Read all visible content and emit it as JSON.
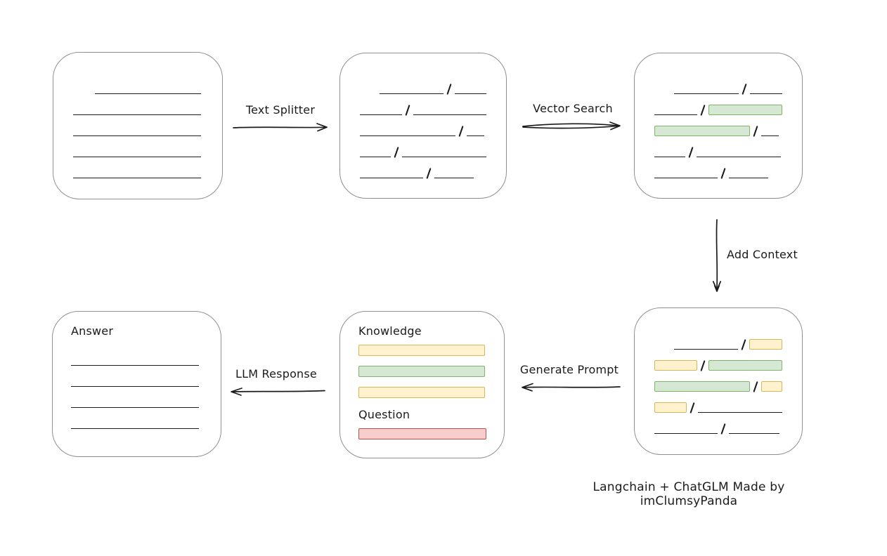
{
  "diagram": {
    "caption": "Langchain + ChatGLM Made by imClumsyPanda",
    "colors": {
      "ink": "#1b1b1b",
      "box_border": "#8f8f8f",
      "background": "#ffffff",
      "yellow_fill": "#fff2cc",
      "yellow_border": "#d6b656",
      "green_fill": "#d5e8d4",
      "green_border": "#82b366",
      "red_fill": "#f8cecc",
      "red_border": "#b85450"
    },
    "arrows": {
      "text_splitter": {
        "label": "Text Splitter",
        "direction": "right"
      },
      "vector_search": {
        "label": "Vector Search",
        "direction": "right"
      },
      "add_context": {
        "label": "Add Context",
        "direction": "down"
      },
      "generate_prompt": {
        "label": "Generate Prompt",
        "direction": "left"
      },
      "llm_response": {
        "label": "LLM Response",
        "direction": "left"
      }
    },
    "boxes": {
      "document": {
        "items": [
          {
            "type": "row",
            "segments": [
              {
                "t": "gap",
                "w": 31
              },
              {
                "t": "line",
                "w": 151
              }
            ]
          },
          {
            "type": "row",
            "segments": [
              {
                "t": "line",
                "w": 182
              }
            ]
          },
          {
            "type": "row",
            "segments": [
              {
                "t": "line",
                "w": 182
              }
            ]
          },
          {
            "type": "row",
            "segments": [
              {
                "t": "line",
                "w": 182
              }
            ]
          },
          {
            "type": "row",
            "segments": [
              {
                "t": "line",
                "w": 182
              }
            ]
          }
        ]
      },
      "chunks": {
        "items": [
          {
            "type": "row",
            "segments": [
              {
                "t": "gap",
                "w": 28
              },
              {
                "t": "line",
                "w": 92
              },
              {
                "t": "slash"
              },
              {
                "t": "line",
                "w": 46
              }
            ]
          },
          {
            "type": "row",
            "segments": [
              {
                "t": "line",
                "w": 61
              },
              {
                "t": "slash"
              },
              {
                "t": "line",
                "w": 105
              }
            ]
          },
          {
            "type": "row",
            "segments": [
              {
                "t": "line",
                "w": 136
              },
              {
                "t": "slash"
              },
              {
                "t": "line",
                "w": 25
              }
            ]
          },
          {
            "type": "row",
            "segments": [
              {
                "t": "line",
                "w": 44
              },
              {
                "t": "slash"
              },
              {
                "t": "line",
                "w": 120
              }
            ]
          },
          {
            "type": "row",
            "segments": [
              {
                "t": "line",
                "w": 90
              },
              {
                "t": "slash"
              },
              {
                "t": "line",
                "w": 56
              }
            ]
          }
        ]
      },
      "vector": {
        "items": [
          {
            "type": "row",
            "segments": [
              {
                "t": "gap",
                "w": 28
              },
              {
                "t": "line",
                "w": 92
              },
              {
                "t": "slash"
              },
              {
                "t": "line",
                "w": 46
              }
            ]
          },
          {
            "type": "row",
            "segments": [
              {
                "t": "line",
                "w": 61
              },
              {
                "t": "slash"
              },
              {
                "t": "bar",
                "c": "green",
                "w": 105
              }
            ]
          },
          {
            "type": "row",
            "segments": [
              {
                "t": "bar",
                "c": "green",
                "w": 136
              },
              {
                "t": "slash"
              },
              {
                "t": "line",
                "w": 25
              }
            ]
          },
          {
            "type": "row",
            "segments": [
              {
                "t": "line",
                "w": 44
              },
              {
                "t": "slash"
              },
              {
                "t": "line",
                "w": 120
              }
            ]
          },
          {
            "type": "row",
            "segments": [
              {
                "t": "line",
                "w": 90
              },
              {
                "t": "slash"
              },
              {
                "t": "line",
                "w": 56
              }
            ]
          }
        ]
      },
      "context": {
        "items": [
          {
            "type": "row",
            "segments": [
              {
                "t": "gap",
                "w": 28
              },
              {
                "t": "line",
                "w": 92
              },
              {
                "t": "slash"
              },
              {
                "t": "bar",
                "c": "yellow",
                "w": 47
              }
            ]
          },
          {
            "type": "row",
            "segments": [
              {
                "t": "bar",
                "c": "yellow",
                "w": 62
              },
              {
                "t": "slash"
              },
              {
                "t": "bar",
                "c": "green",
                "w": 107
              }
            ]
          },
          {
            "type": "row",
            "segments": [
              {
                "t": "bar",
                "c": "green",
                "w": 136
              },
              {
                "t": "slash"
              },
              {
                "t": "bar",
                "c": "yellow",
                "w": 30
              }
            ]
          },
          {
            "type": "row",
            "segments": [
              {
                "t": "bar",
                "c": "yellow",
                "w": 46
              },
              {
                "t": "slash"
              },
              {
                "t": "line",
                "w": 120
              }
            ]
          },
          {
            "type": "row",
            "segments": [
              {
                "t": "line",
                "w": 90
              },
              {
                "t": "slash"
              },
              {
                "t": "line",
                "w": 72
              }
            ]
          }
        ]
      },
      "prompt": {
        "items": [
          {
            "type": "heading",
            "text": "Knowledge"
          },
          {
            "type": "bar",
            "color": "yellow",
            "w": 180
          },
          {
            "type": "bar",
            "color": "green",
            "w": 180
          },
          {
            "type": "bar",
            "color": "yellow",
            "w": 180
          },
          {
            "type": "heading",
            "text": "Question"
          },
          {
            "type": "bar",
            "color": "red",
            "w": 182
          }
        ]
      },
      "answer": {
        "items": [
          {
            "type": "heading",
            "text": "Answer"
          },
          {
            "type": "row",
            "segments": [
              {
                "t": "line",
                "w": 182
              }
            ]
          },
          {
            "type": "row",
            "segments": [
              {
                "t": "line",
                "w": 182
              }
            ]
          },
          {
            "type": "row",
            "segments": [
              {
                "t": "line",
                "w": 182
              }
            ]
          },
          {
            "type": "row",
            "segments": [
              {
                "t": "line",
                "w": 182
              }
            ]
          }
        ]
      }
    }
  }
}
